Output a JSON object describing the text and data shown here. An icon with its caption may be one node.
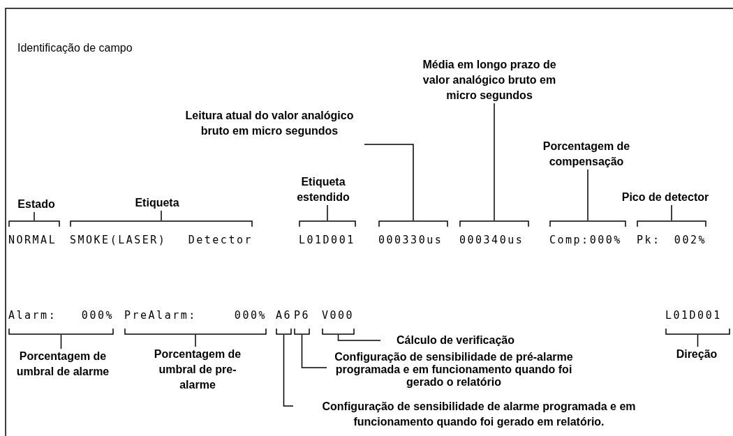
{
  "diagram": {
    "title": "Identificação de campo",
    "nodes": [
      {
        "text": [
          "Média em longo prazo de valor analógico bruto em micro segundos"
        ]
      },
      {
        "text": [
          "Leitura atual do valor analógico bruto em micro segundos"
        ]
      },
      {
        "text": [
          "Porcentagem de compensação"
        ]
      },
      {
        "text": [
          "Etiqueta estendido"
        ]
      },
      {
        "text": [
          "Estado"
        ]
      },
      {
        "text": [
          "Etiqueta"
        ]
      },
      {
        "text": [
          "Pico de detector"
        ]
      },
      {
        "text": [
          "NORMAL"
        ]
      },
      {
        "text": [
          "SMOKE(LASER) Detector"
        ]
      },
      {
        "text": [
          "L01D001"
        ]
      },
      {
        "text": [
          "000330us"
        ]
      },
      {
        "text": [
          "000340us"
        ]
      },
      {
        "text": [
          "Comp:000%"
        ]
      },
      {
        "text": [
          "Pk: 002%"
        ]
      },
      {
        "text": [
          "Alarm: 000%"
        ]
      },
      {
        "text": [
          "PreAlarm: 000%"
        ]
      },
      {
        "text": [
          "A6"
        ]
      },
      {
        "text": [
          "P6"
        ]
      },
      {
        "text": [
          "V000"
        ]
      },
      {
        "text": [
          "L01D001"
        ]
      },
      {
        "text": [
          "Cálculo de verificação"
        ]
      },
      {
        "text": [
          "Configuração de sensibilidade de pré-alarme programada e em funcionamento quando foi gerado o relatório"
        ]
      },
      {
        "text": [
          "Direção"
        ]
      },
      {
        "text": [
          "Porcentagem de umbral de alarme"
        ]
      },
      {
        "text": [
          "Porcentagem de umbral de pre-alarme"
        ]
      },
      {
        "text": [
          "Configuração de sensibilidade de alarme programada e em funcionamento quando foi gerado em relatório."
        ]
      }
    ],
    "edges": [
      {
        "from": 4,
        "to": 7,
        "arrow": "none"
      },
      {
        "from": 5,
        "to": 8,
        "arrow": "none"
      },
      {
        "from": 3,
        "to": 9,
        "arrow": "none"
      },
      {
        "from": 1,
        "to": 10,
        "arrow": "none"
      },
      {
        "from": 0,
        "to": 11,
        "arrow": "none"
      },
      {
        "from": 2,
        "to": 12,
        "arrow": "none"
      },
      {
        "from": 6,
        "to": 13,
        "arrow": "none"
      },
      {
        "from": 23,
        "to": 14,
        "arrow": "none"
      },
      {
        "from": 24,
        "to": 15,
        "arrow": "none"
      },
      {
        "from": 25,
        "to": 16,
        "arrow": "none"
      },
      {
        "from": 21,
        "to": 17,
        "arrow": "none"
      },
      {
        "from": 20,
        "to": 18,
        "arrow": "none"
      },
      {
        "from": 22,
        "to": 19,
        "arrow": "none"
      }
    ]
  }
}
